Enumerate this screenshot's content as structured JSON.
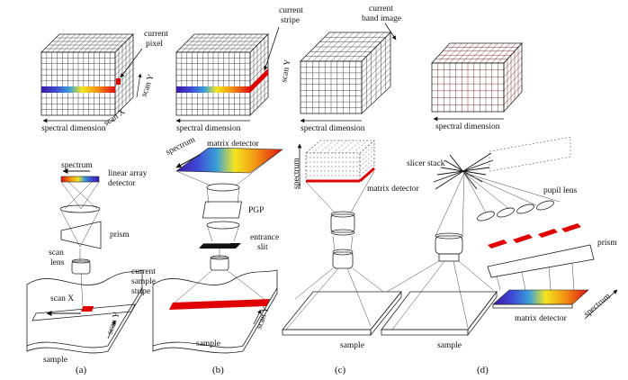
{
  "panels": {
    "a": {
      "caption": "(a)",
      "current_pixel": "current\npixel",
      "scan_y": "scan Y",
      "scan_x": "scan X",
      "spectral_dimension": "spectral dimension",
      "spectrum": "spectrum",
      "linear_array_detector": "linear array\ndetector",
      "prism": "prism",
      "scan_lens": "scan\nlens",
      "scan_x_lower": "scan X",
      "scan_y_lower": "scan Y",
      "sample": "sample"
    },
    "b": {
      "caption": "(b)",
      "current_stripe": "current\nstripe",
      "scan_y": "scan Y",
      "spectral_dimension": "spectral dimension",
      "spectrum": "spectrum",
      "matrix_detector": "matrix detector",
      "pgp": "PGP",
      "entrance_slit": "entrance\nslit",
      "current_sample_stripe": "current\nsample\nstripe",
      "scan_y_lower": "scan Y",
      "sample": "sample"
    },
    "c": {
      "caption": "(c)",
      "current_band_image": "current\nband image",
      "spectral_dimension": "spectral dimension",
      "spectrum": "spectrum",
      "matrix_detector": "matrix detector",
      "sample": "sample"
    },
    "d": {
      "caption": "(d)",
      "spectral_dimension": "spectral dimension",
      "slicer_stack": "slicer stack",
      "pupil_lens": "pupil lens",
      "prism": "prism",
      "matrix_detector": "matrix detector",
      "spectrum": "spectrum",
      "sample": "sample"
    }
  },
  "colors": {
    "highlight": "#e00000",
    "spectrum_stops": [
      "#3a1aa8",
      "#4040d0",
      "#3a9ad8",
      "#f0e020",
      "#f09010",
      "#e01010"
    ]
  }
}
